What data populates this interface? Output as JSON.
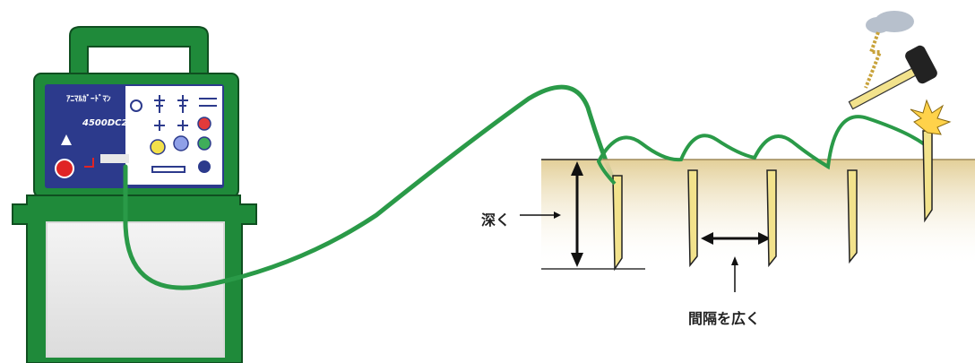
{
  "labels": {
    "depth": "深く",
    "spacing": "間隔を広く"
  },
  "device": {
    "brand_text": "ｱﾆﾏﾙｶﾞｰﾄﾞﾏﾝ",
    "model_text": "4500DC2"
  },
  "colors": {
    "device_green": "#1f8a3a",
    "device_dark": "#14652a",
    "panel_blue": "#2c3a8c",
    "wire_green": "#2a9a48",
    "ground_tan": "#e6d2a0",
    "rod_yellow": "#f2e28c",
    "spark_yellow": "#ffd24a"
  },
  "icons": [
    "hammer-icon",
    "lightning-icon",
    "spark-icon"
  ]
}
